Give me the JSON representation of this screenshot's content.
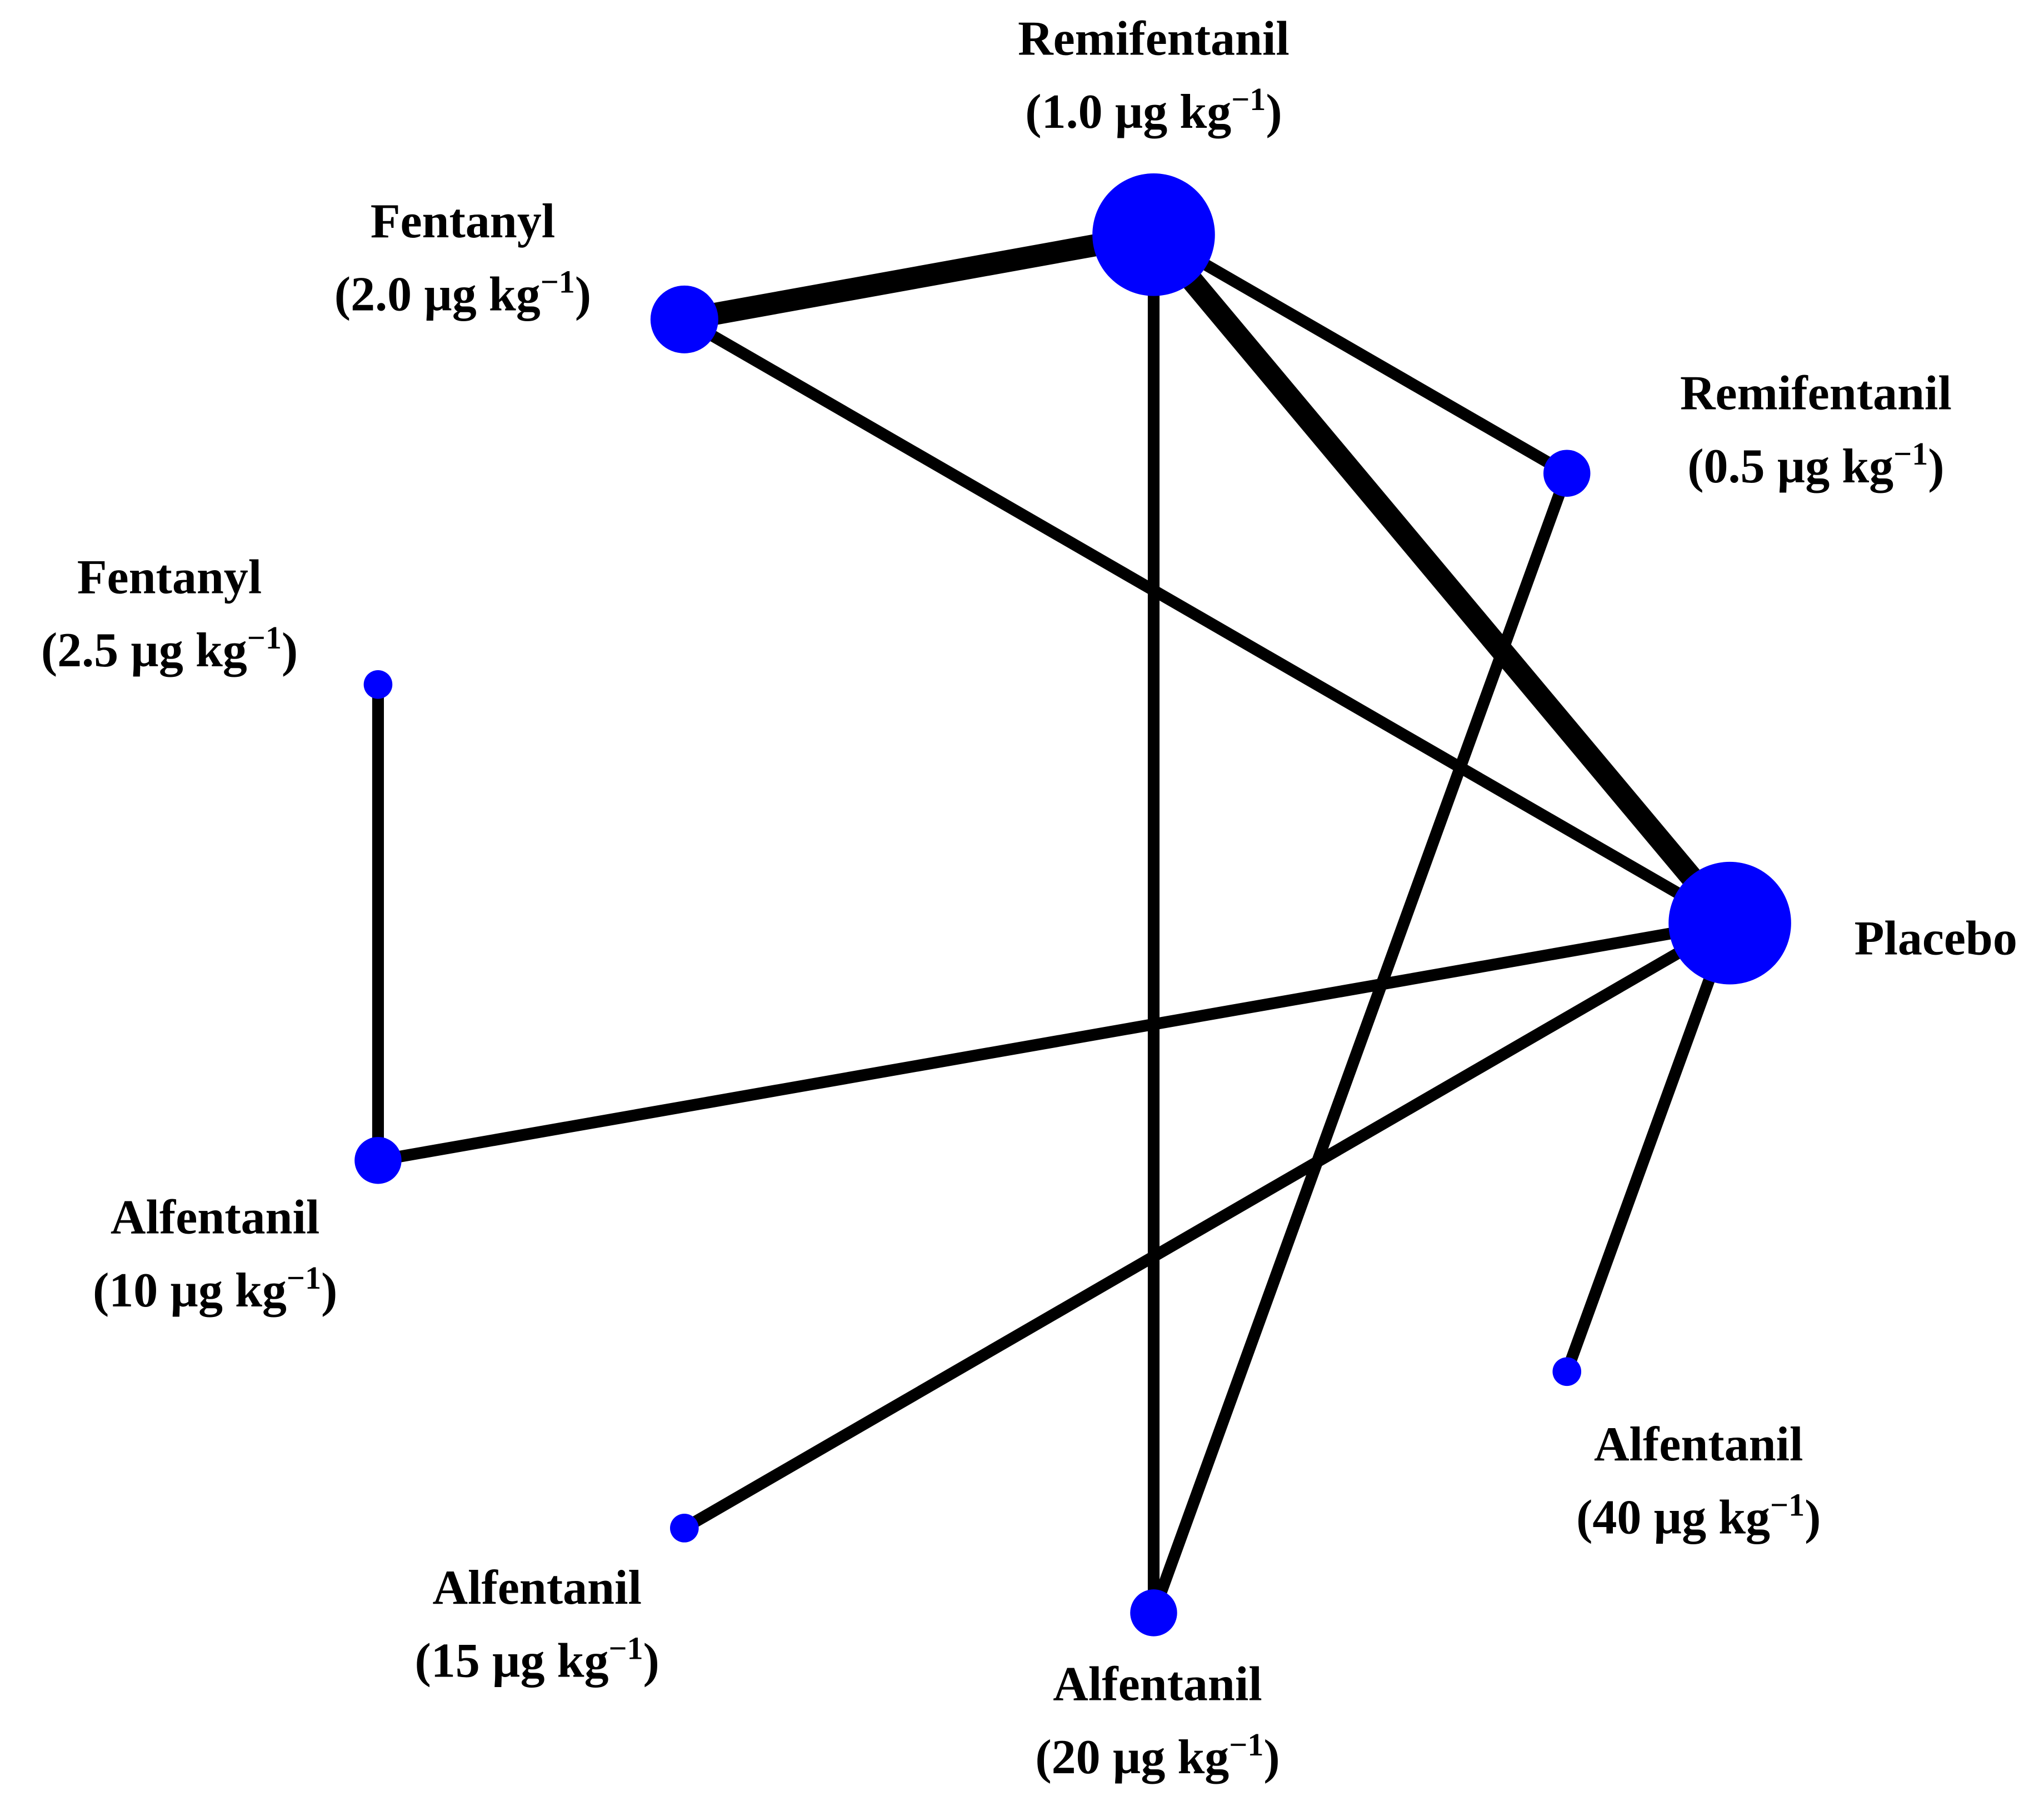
{
  "colors": {
    "node": "#0000ff",
    "edge": "#000000",
    "background": "#ffffff"
  },
  "nodes": [
    {
      "id": "remi10",
      "name": "Remifentanil",
      "dose": "(1.0 µg kg",
      "dose_close": ")",
      "exp": "−1",
      "size": "large"
    },
    {
      "id": "fent20",
      "name": "Fentanyl",
      "dose": "(2.0 µg kg",
      "dose_close": ")",
      "exp": "−1",
      "size": "medium"
    },
    {
      "id": "remi05",
      "name": "Remifentanil",
      "dose": "(0.5 µg kg",
      "dose_close": ")",
      "exp": "−1",
      "size": "small"
    },
    {
      "id": "fent25",
      "name": "Fentanyl",
      "dose": "(2.5 µg kg",
      "dose_close": ")",
      "exp": "−1",
      "size": "tiny"
    },
    {
      "id": "placebo",
      "name": "Placebo",
      "dose": "",
      "dose_close": "",
      "exp": "",
      "size": "large"
    },
    {
      "id": "alf10",
      "name": "Alfentanil",
      "dose": "(10 µg kg",
      "dose_close": ")",
      "exp": "−1",
      "size": "small"
    },
    {
      "id": "alf15",
      "name": "Alfentanil",
      "dose": "(15 µg kg",
      "dose_close": ")",
      "exp": "−1",
      "size": "tiny"
    },
    {
      "id": "alf20",
      "name": "Alfentanil",
      "dose": "(20 µg kg",
      "dose_close": ")",
      "exp": "−1",
      "size": "small"
    },
    {
      "id": "alf40",
      "name": "Alfentanil",
      "dose": "(40 µg kg",
      "dose_close": ")",
      "exp": "−1",
      "size": "tiny"
    }
  ],
  "edges": [
    {
      "from": "fent20",
      "to": "remi10",
      "weight": "thick"
    },
    {
      "from": "remi10",
      "to": "placebo",
      "weight": "thick"
    },
    {
      "from": "remi10",
      "to": "remi05",
      "weight": "normal"
    },
    {
      "from": "remi10",
      "to": "alf20",
      "weight": "normal"
    },
    {
      "from": "fent20",
      "to": "placebo",
      "weight": "normal"
    },
    {
      "from": "remi05",
      "to": "alf20",
      "weight": "normal"
    },
    {
      "from": "fent25",
      "to": "alf10",
      "weight": "normal"
    },
    {
      "from": "alf10",
      "to": "placebo",
      "weight": "normal"
    },
    {
      "from": "placebo",
      "to": "alf15",
      "weight": "normal"
    },
    {
      "from": "placebo",
      "to": "alf40",
      "weight": "normal"
    }
  ]
}
